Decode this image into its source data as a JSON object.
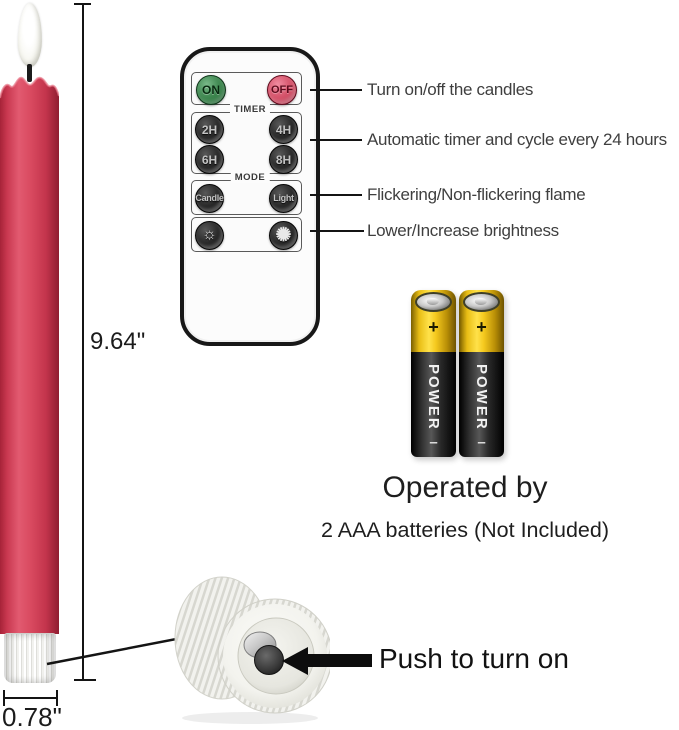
{
  "candle": {
    "height_label": "9.64\"",
    "diameter_label": "0.78\""
  },
  "remote": {
    "on_label": "ON",
    "off_label": "OFF",
    "timer_section_label": "TIMER",
    "timer_buttons": [
      "2H",
      "4H",
      "6H",
      "8H"
    ],
    "mode_section_label": "MODE",
    "mode_buttons": [
      "Candle",
      "Light"
    ],
    "dim_icon": "☼",
    "bright_icon": "✺"
  },
  "annotations": [
    "Turn on/off the candles",
    "Automatic timer and cycle every 24 hours",
    "Flickering/Non-flickering flame",
    "Lower/Increase brightness"
  ],
  "batteries": {
    "brand": "POWER",
    "plus_symbol": "+",
    "minus_symbol": "–",
    "caption_line1": "Operated by",
    "caption_line2": "2 AAA batteries (Not Included)"
  },
  "base_button": {
    "caption": "Push to turn on"
  },
  "colors": {
    "candle_red": "#d84a60",
    "on_green": "#2e7a40",
    "off_red": "#d14a62",
    "battery_yellow": "#f5c91e",
    "battery_black": "#151515"
  }
}
